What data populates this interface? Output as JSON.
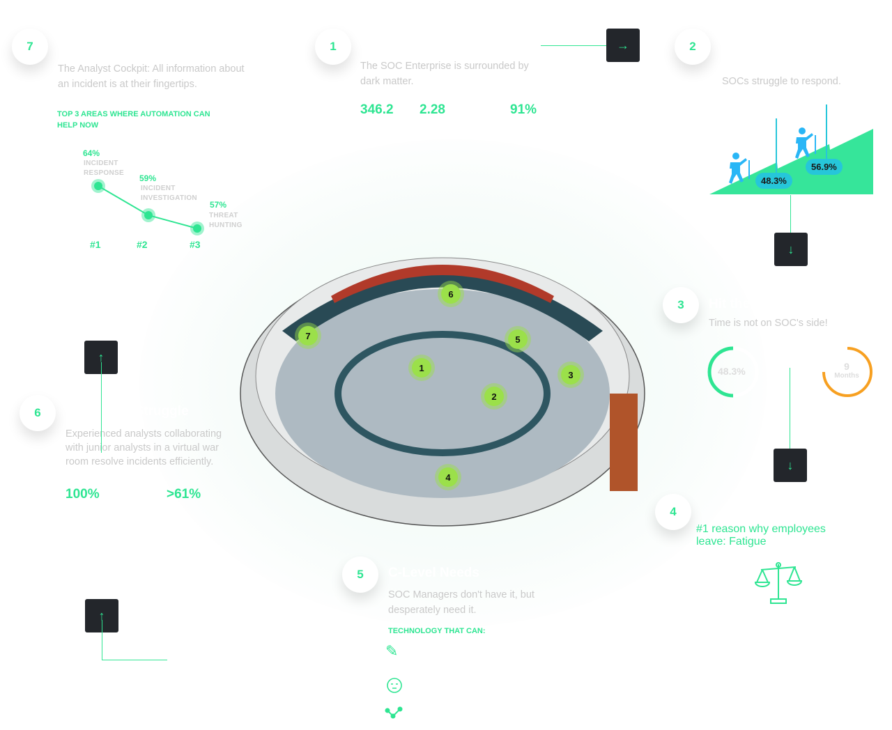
{
  "sections": {
    "s7": {
      "num": "7",
      "desc": "The Analyst Cockpit: All information about an incident is at their fingertips.",
      "heading": "TOP 3 AREAS WHERE AUTOMATION CAN HELP NOW",
      "chart": [
        {
          "rank": "#1",
          "value": "64%",
          "label1": "INCIDENT",
          "label2": "RESPONSE"
        },
        {
          "rank": "#2",
          "value": "59%",
          "label1": "INCIDENT",
          "label2": "INVESTIGATION"
        },
        {
          "rank": "#3",
          "value": "57%",
          "label1": "THREAT",
          "label2": "HUNTING"
        }
      ]
    },
    "s1": {
      "num": "1",
      "desc": "The SOC Enterprise is surrounded by dark matter.",
      "stats": [
        "346.2",
        "2.28",
        "91%"
      ]
    },
    "s2": {
      "num": "2",
      "desc": "SOCs struggle to respond.",
      "values": [
        "48.3%",
        "56.9%"
      ]
    },
    "s3": {
      "num": "3",
      "title": "Hit the Gro",
      "desc": "Time is not on SOC's side!",
      "ring1": "48.3%",
      "ring1_fraction": 0.5,
      "ring2_num": "9",
      "ring2_unit": "Months",
      "ring2_fraction": 0.75
    },
    "s4": {
      "num": "4",
      "desc": "#1 reason why employees leave:  Fatigue"
    },
    "s5": {
      "num": "5",
      "title": "C-Level Needs",
      "desc": "SOC Managers don't have it, but desperately need it.",
      "heading": "TECHNOLOGY THAT CAN:"
    },
    "s6": {
      "num": "6",
      "title": "War Room Struggle",
      "desc": "Experienced analysts collaborating with junior analysts in a virtual war room resolve incidents efficiently.",
      "stats": [
        "100%",
        ">61%"
      ]
    }
  },
  "pins": [
    "1",
    "2",
    "3",
    "4",
    "5",
    "6",
    "7"
  ],
  "colors": {
    "accent": "#2ee592",
    "cyan": "#26c6da",
    "orange": "#f7a021",
    "dark": "#23262b"
  }
}
